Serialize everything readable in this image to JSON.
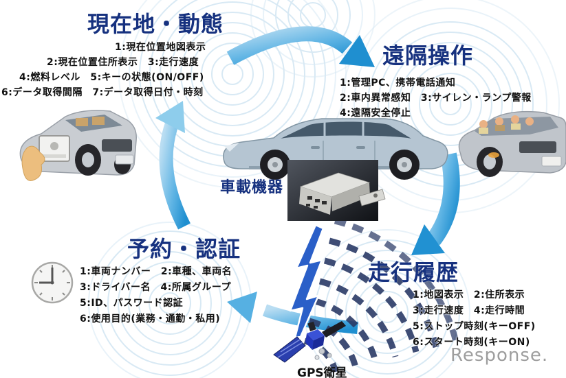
{
  "diagram_title_implied": "car-sharing telematics cycle",
  "sections": {
    "location": {
      "title": "現在地・動態",
      "items": [
        "1:現在位置地図表示",
        "2:現在位置住所表示　3:走行速度",
        "4:燃料レベル　5:キーの状態(ON/OFF)",
        "6:データ取得間隔　7:データ取得日付・時刻"
      ]
    },
    "remote": {
      "title": "遠隔操作",
      "items": [
        "1:管理PC、携帯電話通知",
        "2:車内異常感知　3:サイレン・ランプ警報",
        "4:遠隔安全停止"
      ]
    },
    "reservation": {
      "title": "予約・認証",
      "items": [
        "1:車両ナンバー　2:車種、車両名",
        "3:ドライバー名　4:所属グループ",
        "5:ID、パスワード認証",
        "6:使用目的(業務・通勤・私用)"
      ]
    },
    "history": {
      "title": "走行履歴",
      "items": [
        "1:地図表示　2:住所表示",
        "3:走行速度　4:走行時間",
        "5:ストップ時刻(キーOFF)",
        "6:スタート時刻(キーON)"
      ]
    }
  },
  "center": {
    "device_label": "車載機器"
  },
  "satellite": {
    "label": "GPS衛星"
  },
  "watermark": {
    "text": "Response."
  },
  "icons": [
    "clock-icon",
    "gps-satellite-icon",
    "lightning-bolt-icon",
    "flow-arrow-top",
    "flow-arrow-right",
    "flow-arrow-bottom",
    "flow-arrow-left",
    "center-car-illustration",
    "left-car-illustration",
    "right-car-illustration",
    "ic-card-hand-icon",
    "onboard-device-photo",
    "radio-wave-fan",
    "ripple-waves"
  ],
  "colors": {
    "title_navy": "#16317f",
    "arrow_blue": "#2191d2",
    "ripple_blue": "#cfe4f2",
    "fan_navy": "#2b3a66",
    "lightning_blue": "#2a5fc8",
    "text_black": "#101010",
    "watermark_gray": "#9e9e9e"
  }
}
